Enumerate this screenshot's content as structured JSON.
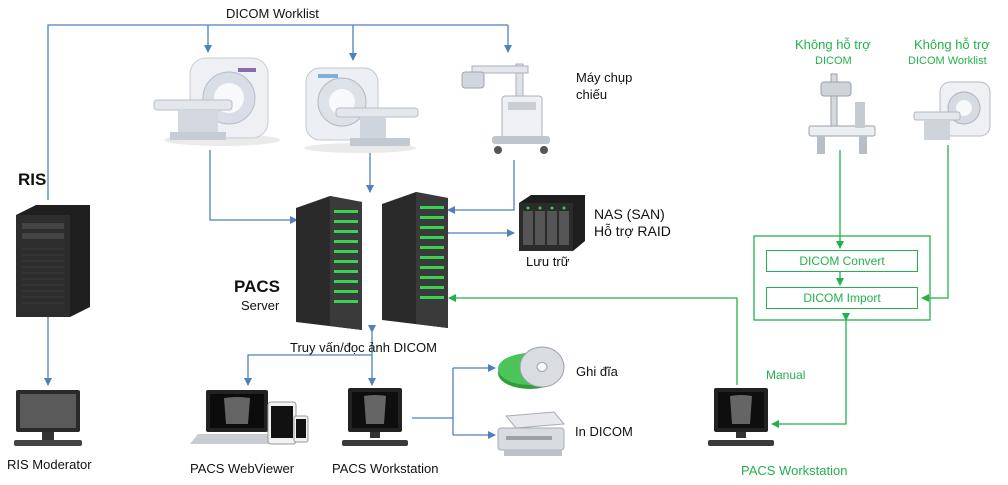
{
  "labels": {
    "worklist": "DICOM Worklist",
    "ris": "RIS",
    "ris_moderator": "RIS Moderator",
    "pacs": "PACS",
    "server": "Server",
    "xray_line1": "Máy chụp",
    "xray_line2": "chiếu",
    "nas_line1": "NAS (SAN)",
    "nas_line2": "Hỗ trợ RAID",
    "storage": "Lưu trữ",
    "query": "Truy vấn/đọc ảnh DICOM",
    "webviewer": "PACS WebViewer",
    "workstation": "PACS Workstation",
    "burn_disc": "Ghi đĩa",
    "print_dicom": "In DICOM",
    "no_dicom_line1": "Không hỗ trợ",
    "no_dicom_line2": "DICOM",
    "no_worklist_line1": "Không hỗ trợ",
    "no_worklist_line2": "DICOM Worklist",
    "dicom_convert": "DICOM Convert",
    "dicom_import": "DICOM Import",
    "manual": "Manual",
    "workstation_green": "PACS Workstation"
  },
  "colors": {
    "blue_line": "#4f81bd",
    "green_line": "#22b14c",
    "server_dark": "#2a2a2a",
    "led_green": "#39d353"
  }
}
